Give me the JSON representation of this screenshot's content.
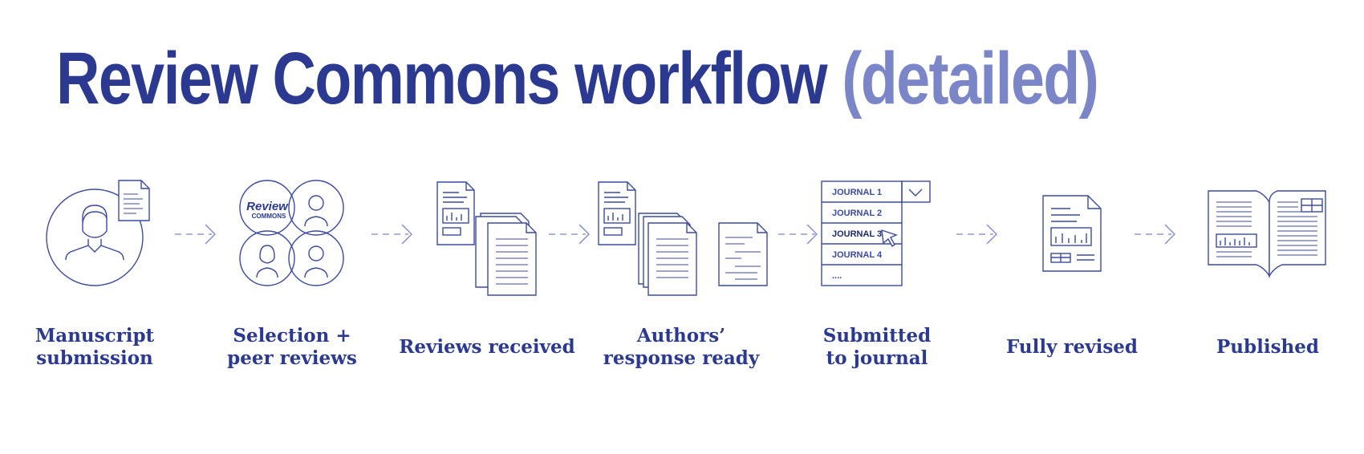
{
  "title": {
    "main": "Review Commons workflow",
    "sub": "(detailed)"
  },
  "colors": {
    "primary": "#2b3990",
    "secondary": "#7b86c9",
    "stroke": "#3c4aa0"
  },
  "steps": [
    {
      "label": "Manuscript\nsubmission",
      "icon": "person-with-document-icon"
    },
    {
      "label": "Selection +\npeer reviews",
      "icon": "review-commons-reviewers-icon"
    },
    {
      "label": "Reviews received",
      "icon": "stacked-reviews-icon"
    },
    {
      "label": "Authors’\nresponse ready",
      "icon": "reviews-and-response-icon"
    },
    {
      "label": "Submitted\nto journal",
      "icon": "journal-dropdown-icon"
    },
    {
      "label": "Fully revised",
      "icon": "revised-document-icon"
    },
    {
      "label": "Published",
      "icon": "open-journal-icon"
    }
  ],
  "logo": {
    "line1": "Review",
    "line2": "COMMONS"
  },
  "journals": [
    "JOURNAL 1",
    "JOURNAL 2",
    "JOURNAL 3",
    "JOURNAL 4",
    "...."
  ]
}
